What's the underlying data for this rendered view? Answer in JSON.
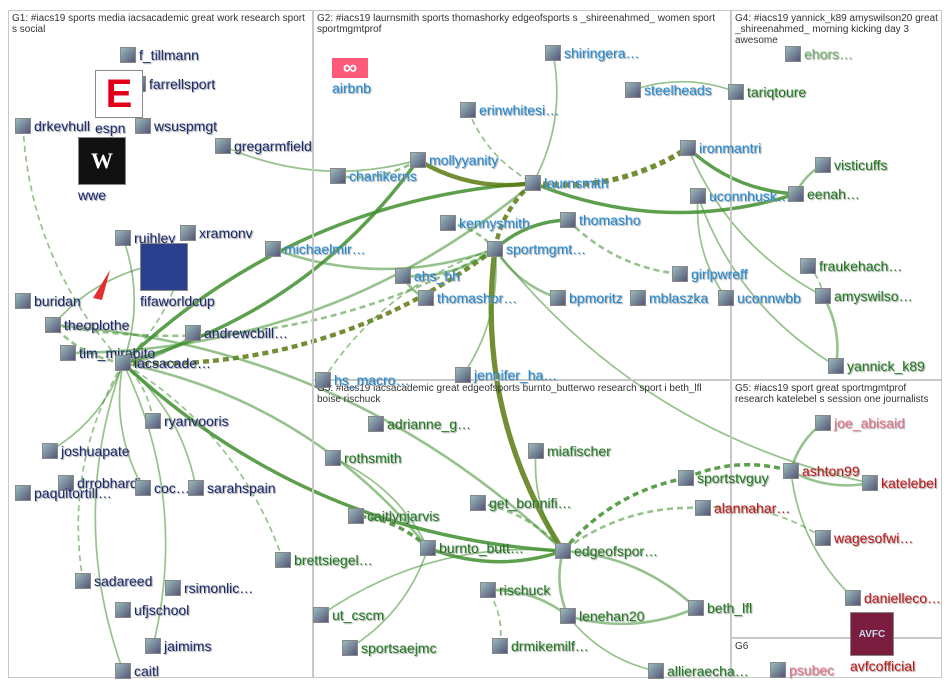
{
  "colors": {
    "g1": "#1a2a6c",
    "g2": "#1f8ad6",
    "g3": "#1f7a1f",
    "g4": "#1f7a1f",
    "g5": "#c01818",
    "edge": "#3f8f2f",
    "edge_dark": "#5a7a10",
    "border": "#c8c8c8"
  },
  "groups": [
    {
      "id": "G1",
      "caption": "G1: #iacs19 sports media iacsacademic great work research sport s social"
    },
    {
      "id": "G2",
      "caption": "G2: #iacs19 laurnsmith sports thomashorky edgeofsports s _shireenahmed_ women sport sportmgmtprof"
    },
    {
      "id": "G4",
      "caption": "G4: #iacs19 yannick_k89 amyswilson20 great _shireenahmed_ morning kicking day 3 awesome"
    },
    {
      "id": "G3",
      "caption": "G3: #iacs19 iacsacademic great edgeofsports burnto_butterwo research sport i beth_lfl boise rischuck"
    },
    {
      "id": "G5",
      "caption": "G5: #iacs19 sport great sportmgmtprof research katelebel s session one journalists"
    },
    {
      "id": "G6",
      "caption": "G6"
    }
  ],
  "nodes": [
    {
      "id": "f_tillmann",
      "label": "f_tillmann",
      "group": "G1",
      "icon": "user-avatar"
    },
    {
      "id": "farrellsport",
      "label": "farrellsport",
      "group": "G1",
      "icon": "user-avatar"
    },
    {
      "id": "espn",
      "label": "espn",
      "group": "G1",
      "icon": "espn-logo"
    },
    {
      "id": "drkevhull",
      "label": "drkevhull",
      "group": "G1",
      "icon": "user-avatar"
    },
    {
      "id": "wsuspmgt",
      "label": "wsuspmgt",
      "group": "G1",
      "icon": "user-avatar"
    },
    {
      "id": "gregarmfield",
      "label": "gregarmfield",
      "group": "G1",
      "icon": "user-avatar"
    },
    {
      "id": "wwe",
      "label": "wwe",
      "group": "G1",
      "icon": "wwe-logo"
    },
    {
      "id": "ruihley",
      "label": "ruihley",
      "group": "G1",
      "icon": "user-avatar"
    },
    {
      "id": "xramonv",
      "label": "xramonv",
      "group": "G1",
      "icon": "user-avatar"
    },
    {
      "id": "buridan",
      "label": "buridan",
      "group": "G1",
      "icon": "user-avatar"
    },
    {
      "id": "fifaworldcup",
      "label": "fifaworldcup",
      "group": "G1",
      "icon": "fifa-logo"
    },
    {
      "id": "theoplothe",
      "label": "theoplothe",
      "group": "G1",
      "icon": "user-avatar"
    },
    {
      "id": "andrewcbill",
      "label": "andrewcbill…",
      "group": "G1",
      "icon": "user-avatar"
    },
    {
      "id": "tim_mirabito",
      "label": "tim_mirabito",
      "group": "G1",
      "icon": "user-avatar"
    },
    {
      "id": "iacsacademic",
      "label": "iacsacade…",
      "group": "G1",
      "icon": "user-avatar"
    },
    {
      "id": "ryanvooris",
      "label": "ryanvooris",
      "group": "G1",
      "icon": "user-avatar"
    },
    {
      "id": "joshuapate",
      "label": "joshuapate",
      "group": "G1",
      "icon": "user-avatar"
    },
    {
      "id": "drrobhardin",
      "label": "drrobhardin",
      "group": "G1",
      "icon": "user-avatar"
    },
    {
      "id": "paquitortill",
      "label": "paquitortill…",
      "group": "G1",
      "icon": "user-avatar"
    },
    {
      "id": "coc",
      "label": "coc…",
      "group": "G1",
      "icon": "user-avatar"
    },
    {
      "id": "sarahspain",
      "label": "sarahspain",
      "group": "G1",
      "icon": "user-avatar"
    },
    {
      "id": "sadareed",
      "label": "sadareed",
      "group": "G1",
      "icon": "user-avatar"
    },
    {
      "id": "rsimonlic",
      "label": "rsimonlic…",
      "group": "G1",
      "icon": "user-avatar"
    },
    {
      "id": "ufjschool",
      "label": "ufjschool",
      "group": "G1",
      "icon": "user-avatar"
    },
    {
      "id": "jaimims",
      "label": "jaimims",
      "group": "G1",
      "icon": "user-avatar"
    },
    {
      "id": "caitl",
      "label": "caitl",
      "group": "G1",
      "icon": "user-avatar"
    },
    {
      "id": "airbnb",
      "label": "airbnb",
      "group": "G2",
      "icon": "airbnb-logo"
    },
    {
      "id": "shiringera",
      "label": "shiringera…",
      "group": "G2",
      "icon": "user-avatar"
    },
    {
      "id": "steelheads",
      "label": "steelheads",
      "group": "G2",
      "icon": "user-avatar"
    },
    {
      "id": "erinwhitesi",
      "label": "erinwhitesi…",
      "group": "G2",
      "icon": "user-avatar"
    },
    {
      "id": "ironmantri",
      "label": "ironmantri",
      "group": "G2",
      "icon": "user-avatar"
    },
    {
      "id": "mollyyanity",
      "label": "mollyyanity",
      "group": "G2",
      "icon": "user-avatar"
    },
    {
      "id": "charlikerns",
      "label": "charlikerns",
      "group": "G2",
      "icon": "user-avatar"
    },
    {
      "id": "laurnsmith",
      "label": "laurnsmith",
      "group": "G2",
      "icon": "user-avatar"
    },
    {
      "id": "uconnhusk",
      "label": "uconnhusk…",
      "group": "G2",
      "icon": "user-avatar"
    },
    {
      "id": "kennysmith",
      "label": "kennysmith",
      "group": "G2",
      "icon": "user-avatar"
    },
    {
      "id": "thomasho",
      "label": "thomasho",
      "group": "G2",
      "icon": "user-avatar"
    },
    {
      "id": "michaelmir",
      "label": "michaelmir…",
      "group": "G2",
      "icon": "user-avatar"
    },
    {
      "id": "sportmgmt",
      "label": "sportmgmt…",
      "group": "G2",
      "icon": "user-avatar"
    },
    {
      "id": "ahs_hh",
      "label": "ahs_hh",
      "group": "G2",
      "icon": "user-avatar"
    },
    {
      "id": "girlpwreff",
      "label": "girlpwreff",
      "group": "G2",
      "icon": "user-avatar"
    },
    {
      "id": "thomashor",
      "label": "thomashor…",
      "group": "G2",
      "icon": "user-avatar"
    },
    {
      "id": "bpmoritz",
      "label": "bpmoritz",
      "group": "G2",
      "icon": "user-avatar"
    },
    {
      "id": "mblaszka",
      "label": "mblaszka",
      "group": "G2",
      "icon": "user-avatar"
    },
    {
      "id": "uconnwbb",
      "label": "uconnwbb",
      "group": "G2",
      "icon": "user-avatar"
    },
    {
      "id": "hs_macro",
      "label": "hs_macro…",
      "group": "G2",
      "icon": "user-avatar"
    },
    {
      "id": "jennifer_ha",
      "label": "jennifer_ha…",
      "group": "G2",
      "icon": "user-avatar"
    },
    {
      "id": "ehors",
      "label": "ehors…",
      "group": "G4",
      "icon": "user-avatar"
    },
    {
      "id": "tariqtoure",
      "label": "tariqtoure",
      "group": "G4",
      "icon": "user-avatar"
    },
    {
      "id": "visticuffs",
      "label": "visticuffs",
      "group": "G4",
      "icon": "user-avatar"
    },
    {
      "id": "eenah",
      "label": "eenah…",
      "group": "G4",
      "icon": "user-avatar"
    },
    {
      "id": "fraukehach",
      "label": "fraukehach…",
      "group": "G4",
      "icon": "user-avatar"
    },
    {
      "id": "amyswilso",
      "label": "amyswilso…",
      "group": "G4",
      "icon": "user-avatar"
    },
    {
      "id": "yannick_k89",
      "label": "yannick_k89",
      "group": "G4",
      "icon": "user-avatar"
    },
    {
      "id": "adrianne_g",
      "label": "adrianne_g…",
      "group": "G3",
      "icon": "user-avatar"
    },
    {
      "id": "rothsmith",
      "label": "rothsmith",
      "group": "G3",
      "icon": "user-avatar"
    },
    {
      "id": "miafischer",
      "label": "miafischer",
      "group": "G3",
      "icon": "user-avatar"
    },
    {
      "id": "sportstvguy",
      "label": "sportstvguy",
      "group": "G3",
      "icon": "user-avatar"
    },
    {
      "id": "get_bonnifi",
      "label": "get_bonnifi…",
      "group": "G3",
      "icon": "user-avatar"
    },
    {
      "id": "caitlynjarvis",
      "label": "caitlynjarvis",
      "group": "G3",
      "icon": "user-avatar"
    },
    {
      "id": "burnto_butt",
      "label": "burnto_butt…",
      "group": "G3",
      "icon": "user-avatar"
    },
    {
      "id": "edgeofspor",
      "label": "edgeofspor…",
      "group": "G3",
      "icon": "user-avatar"
    },
    {
      "id": "brettsiegel",
      "label": "brettsiegel…",
      "group": "G3",
      "icon": "user-avatar"
    },
    {
      "id": "rischuck",
      "label": "rischuck",
      "group": "G3",
      "icon": "user-avatar"
    },
    {
      "id": "ut_cscm",
      "label": "ut_cscm",
      "group": "G3",
      "icon": "user-avatar"
    },
    {
      "id": "lenehan20",
      "label": "lenehan20",
      "group": "G3",
      "icon": "user-avatar"
    },
    {
      "id": "beth_lfl",
      "label": "beth_lfl",
      "group": "G3",
      "icon": "user-avatar"
    },
    {
      "id": "sportsaejmc",
      "label": "sportsaejmc",
      "group": "G3",
      "icon": "user-avatar"
    },
    {
      "id": "drmikemilf",
      "label": "drmikemilf…",
      "group": "G3",
      "icon": "user-avatar"
    },
    {
      "id": "allieraecha",
      "label": "allieraecha…",
      "group": "G3",
      "icon": "user-avatar"
    },
    {
      "id": "joe_abisaid",
      "label": "joe_abisaid",
      "group": "G5",
      "icon": "user-avatar"
    },
    {
      "id": "ashton99",
      "label": "ashton99",
      "group": "G5",
      "icon": "user-avatar"
    },
    {
      "id": "katelebel",
      "label": "katelebel",
      "group": "G5",
      "icon": "user-avatar"
    },
    {
      "id": "alannahar",
      "label": "alannahar…",
      "group": "G5",
      "icon": "user-avatar"
    },
    {
      "id": "wagesofwi",
      "label": "wagesofwi…",
      "group": "G5",
      "icon": "user-avatar"
    },
    {
      "id": "danielleco",
      "label": "danielleco…",
      "group": "G5",
      "icon": "user-avatar"
    },
    {
      "id": "avfcofficial",
      "label": "avfcofficial",
      "group": "G5",
      "icon": "avfc-logo"
    },
    {
      "id": "psubec",
      "label": "psubec",
      "group": "G6",
      "icon": "user-avatar"
    }
  ],
  "logo_text": {
    "espn": "E",
    "wwe": "W",
    "airbnb": "∞",
    "avfc": "AVFC"
  }
}
